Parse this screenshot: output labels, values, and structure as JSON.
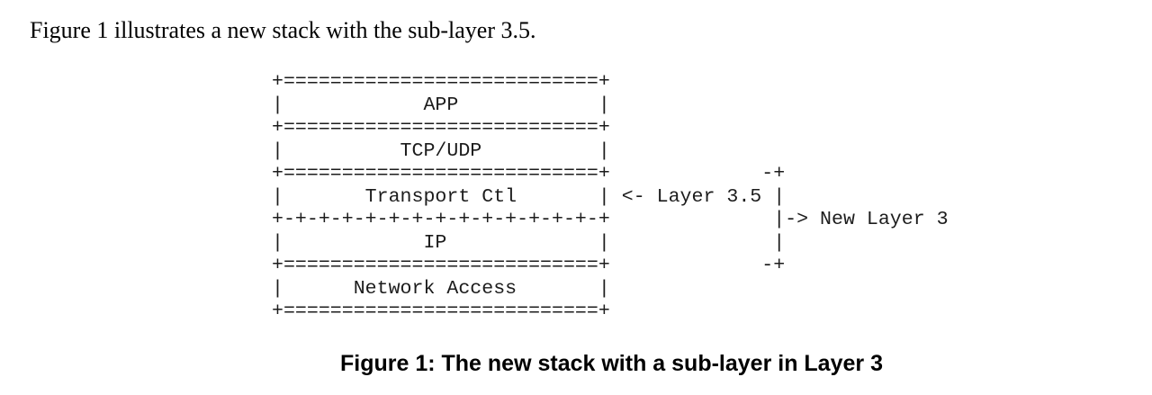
{
  "page": {
    "background": "#ffffff",
    "text_color": "#000000",
    "intro_text": "Figure 1 illustrates a new stack with the sub-layer 3.5.",
    "caption": "Figure 1: The new stack with a sub-layer in Layer 3"
  },
  "diagram": {
    "type": "ascii-art",
    "layers": [
      "APP",
      "TCP/UDP",
      "Transport Ctl",
      "IP",
      "Network Access"
    ],
    "sublayer_annotation": "<- Layer 3.5",
    "bracket_annotation": "-> New Layer 3",
    "ascii": "+===========================+\n|            APP            |\n+===========================+\n|          TCP/UDP          |\n+===========================+             -+\n|       Transport Ctl       | <- Layer 3.5 |\n+-+-+-+-+-+-+-+-+-+-+-+-+-+-+              |-> New Layer 3\n|            IP             |              |\n+===========================+             -+\n|      Network Access       |\n+===========================+"
  }
}
